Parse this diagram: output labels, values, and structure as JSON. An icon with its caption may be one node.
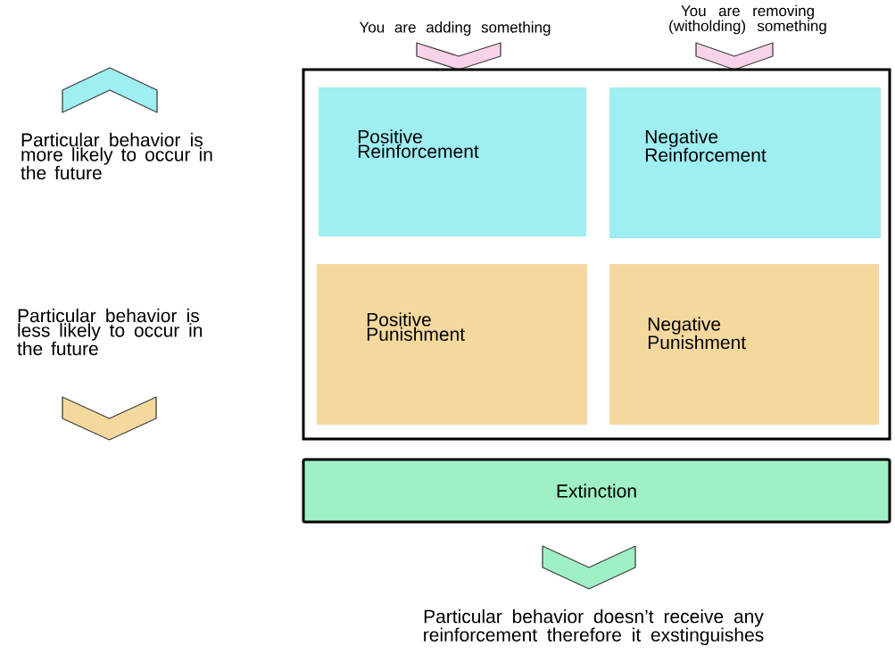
{
  "diagram": {
    "nodes": [
      {
        "text": [],
        "shape": "box"
      },
      {
        "text": [
          "Positive Reinforcement"
        ],
        "in": 0
      },
      {
        "text": [
          "Negative Reinforcement"
        ],
        "in": 0
      },
      {
        "text": [
          "Positive Punishment"
        ],
        "in": 0
      },
      {
        "text": [
          "Negative Punishment"
        ],
        "in": 0
      },
      {
        "text": [
          "Extinction"
        ]
      }
    ],
    "labels": [
      "You are adding something",
      "You are removing (witholding) something",
      "Particular behavior is more likely to occur in the future",
      "Particular behavior is less likely to occur in the future",
      "Particular behavior doesn’t receive any reinforcement therefore it exstinguishes"
    ]
  }
}
